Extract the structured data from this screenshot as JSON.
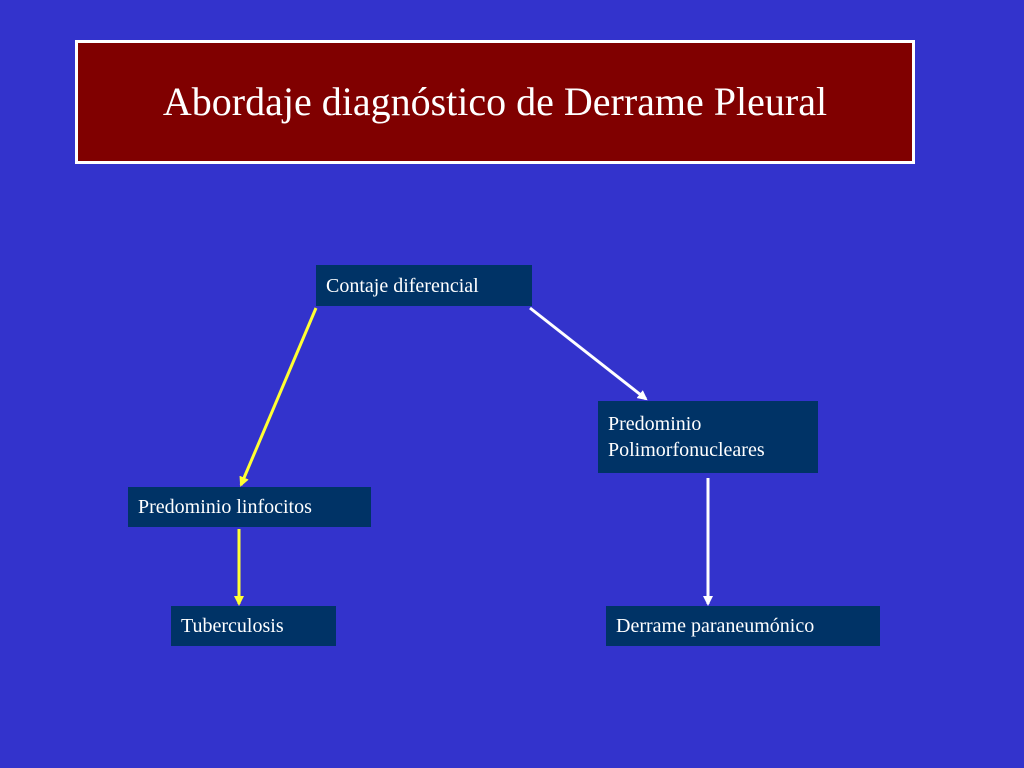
{
  "title": "Abordaje diagnóstico de Derrame Pleural",
  "colors": {
    "background": "#3333cc",
    "title_fill": "#800000",
    "node_fill": "#003366",
    "arrow_yellow": "#ffff33",
    "arrow_white": "#ffffff"
  },
  "nodes": {
    "contaje": "Contaje diferencial",
    "pmn_line1": "Predominio",
    "pmn_line2": "Polimorfonucleares",
    "linfocitos": "Predominio linfocitos",
    "tuberculosis": "Tuberculosis",
    "paraneumonico": "Derrame paraneumónico"
  },
  "edges": [
    {
      "from": "contaje",
      "to": "linfocitos",
      "color": "arrow_yellow"
    },
    {
      "from": "linfocitos",
      "to": "tuberculosis",
      "color": "arrow_yellow"
    },
    {
      "from": "contaje",
      "to": "pmn",
      "color": "arrow_white"
    },
    {
      "from": "pmn",
      "to": "paraneumonico",
      "color": "arrow_white"
    }
  ]
}
